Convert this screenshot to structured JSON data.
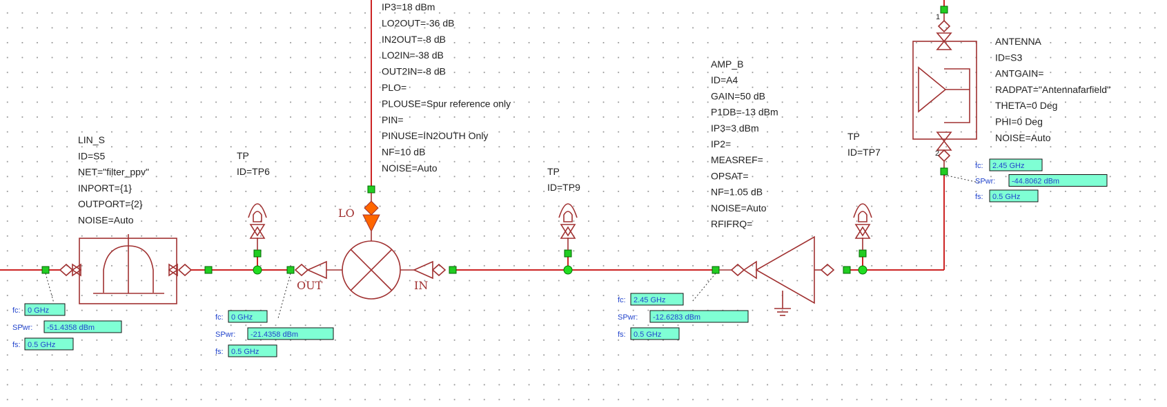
{
  "colors": {
    "wire": "#cc2222",
    "component": "#a03030",
    "node": "#22dd22",
    "annotation_box": "#7fffd4",
    "annotation_text": "#2244cc",
    "lo_source": "#ff6600"
  },
  "mixer_params": [
    "IP3=18 dBm",
    "LO2OUT=-36 dB",
    "IN2OUT=-8 dB",
    "LO2IN=-38 dB",
    "OUT2IN=-8 dB",
    "PLO=",
    "PLOUSE=Spur reference only",
    "PIN=",
    "PINUSE=IN2OUTH Only",
    "NF=10 dB",
    "NOISE=Auto"
  ],
  "mixer_pins": {
    "lo": "LO",
    "out": "OUT",
    "in": "IN"
  },
  "filter_params": [
    "LIN_S",
    "ID=S5",
    "NET=\"filter_ppv\"",
    "INPORT={1}",
    "OUTPORT={2}",
    "NOISE=Auto"
  ],
  "tp6_params": [
    "TP",
    "ID=TP6"
  ],
  "tp9_params": [
    "TP",
    "ID=TP9"
  ],
  "tp7_params": [
    "TP",
    "ID=TP7"
  ],
  "amp_params": [
    "AMP_B",
    "ID=A4",
    "GAIN=50 dB",
    "P1DB=-13 dBm",
    "IP3=3 dBm",
    "IP2=",
    "MEASREF=",
    "OPSAT=",
    "NF=1.05 dB",
    "NOISE=Auto",
    "RFIFRQ="
  ],
  "antenna_params": [
    "ANTENNA",
    "ID=S3",
    "ANTGAIN=",
    "RADPAT=\"Antennafarfield\"",
    "THETA=0 Deg",
    "PHI=0 Deg",
    "NOISE=Auto"
  ],
  "antenna_pins": {
    "top": "1",
    "bottom": "2"
  },
  "annotations": {
    "a1": {
      "fc_label": "fc:",
      "fc": "0 GHz",
      "spwr_label": "SPwr:",
      "spwr": "-51.4358 dBm",
      "fs_label": "fs:",
      "fs": "0.5 GHz"
    },
    "a2": {
      "fc_label": "fc:",
      "fc": "0 GHz",
      "spwr_label": "SPwr:",
      "spwr": "-21.4358 dBm",
      "fs_label": "fs:",
      "fs": "0.5 GHz"
    },
    "a3": {
      "fc_label": "fc:",
      "fc": "2.45 GHz",
      "spwr_label": "SPwr:",
      "spwr": "-12.6283 dBm",
      "fs_label": "fs:",
      "fs": "0.5 GHz"
    },
    "a4": {
      "fc_label": "fc:",
      "fc": "2.45 GHz",
      "spwr_label": "SPwr:",
      "spwr": "-44.8062 dBm",
      "fs_label": "fs:",
      "fs": "0.5 GHz"
    }
  }
}
